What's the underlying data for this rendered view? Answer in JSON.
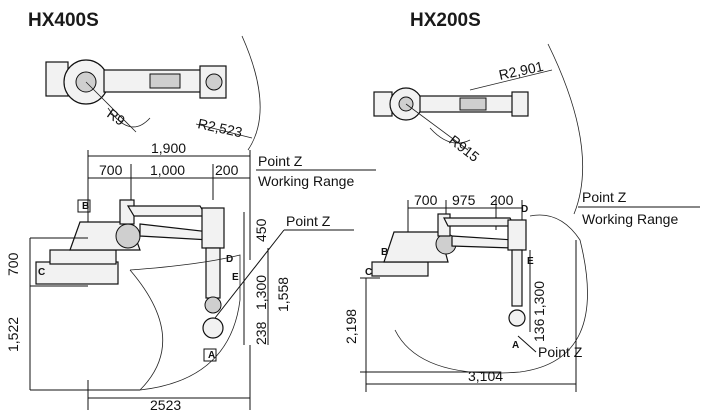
{
  "models": [
    {
      "title": "HX400S",
      "radius_small": "R9",
      "radius_large": "R2,523",
      "dim_total_width": "1,900",
      "dim_700": "700",
      "dim_1000": "1,000",
      "dim_200": "200",
      "dim_450": "450",
      "dim_1300": "1,300",
      "dim_1558": "1,558",
      "dim_238": "238",
      "dim_left_700": "700",
      "dim_left_1522": "1,522",
      "dim_bottom": "2523",
      "label_range_1": "Point Z",
      "label_range_2": "Working Range",
      "label_point": "Point Z",
      "axis_labels": [
        "B",
        "C",
        "D",
        "E",
        "A"
      ]
    },
    {
      "title": "HX200S",
      "radius_small": "R915",
      "radius_large": "R2,901",
      "dim_700": "700",
      "dim_975": "975",
      "dim_200": "200",
      "dim_1300": "1,300",
      "dim_136": "136",
      "dim_left_2198": "2,198",
      "dim_bottom": "3,104",
      "label_range_1": "Point Z",
      "label_range_2": "Working Range",
      "label_point": "Point Z",
      "axis_labels": [
        "B",
        "C",
        "D",
        "E",
        "A"
      ]
    }
  ]
}
